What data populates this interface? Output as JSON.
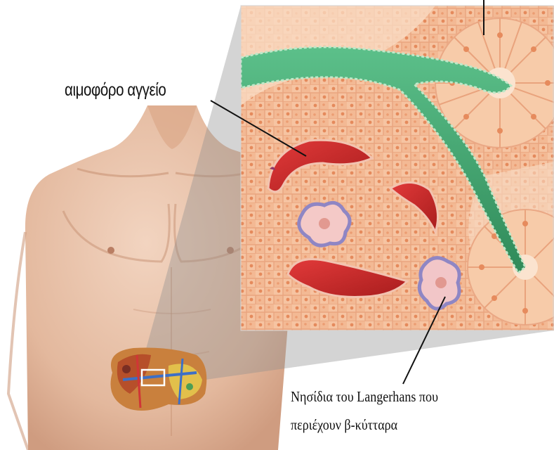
{
  "labels": {
    "blood_vessel": "αιμοφόρο αγγείο",
    "islets_line1": "Νησίδια του Langerhans που",
    "islets_line2": "περιέχουν β-κύτταρα"
  },
  "colors": {
    "skin": "#e9c3aa",
    "tissue": "#f3b790",
    "tissue_light": "#f9dcc4",
    "acinar": "#f6c7a5",
    "nucleus": "#e9895a",
    "duct": "#43a070",
    "blood": "#c82a2a",
    "islet": "#a49ccd",
    "callout_overlay": "#9a9a9a"
  },
  "icons": [
    "torso-illustration",
    "pancreas-organ",
    "zoom-callout",
    "blood-vessel",
    "pancreatic-duct",
    "islet-of-langerhans"
  ]
}
